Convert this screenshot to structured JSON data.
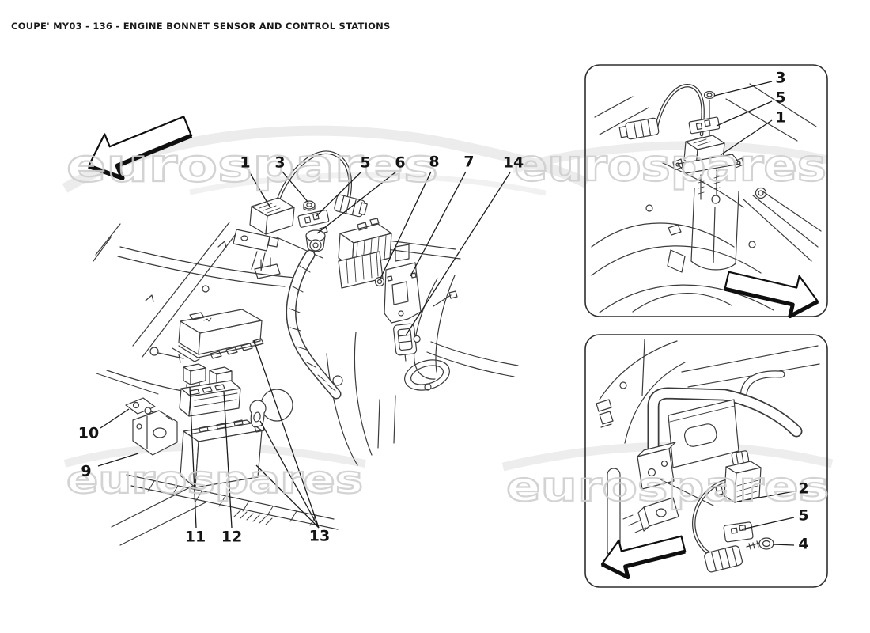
{
  "header": {
    "title": "COUPE' MY03 - 136 - ENGINE BONNET SENSOR AND CONTROL STATIONS"
  },
  "watermark": {
    "text": "eurospares"
  },
  "colors": {
    "line": "#3b3b3b",
    "leader": "#1c1c1c",
    "watermark_outline": "#cfcfcf",
    "swoosh": "#ececec",
    "title_text": "#1a1a1a"
  },
  "main_view": {
    "arrow_direction": "left"
  },
  "insets": {
    "top": {
      "arrow_direction": "right"
    },
    "bottom": {
      "arrow_direction": "left"
    }
  },
  "callouts": {
    "main": [
      "1",
      "3",
      "5",
      "6",
      "8",
      "7",
      "14",
      "10",
      "9",
      "11",
      "12",
      "13"
    ],
    "inset_top": [
      "3",
      "5",
      "1"
    ],
    "inset_bottom": [
      "2",
      "5",
      "4"
    ]
  }
}
